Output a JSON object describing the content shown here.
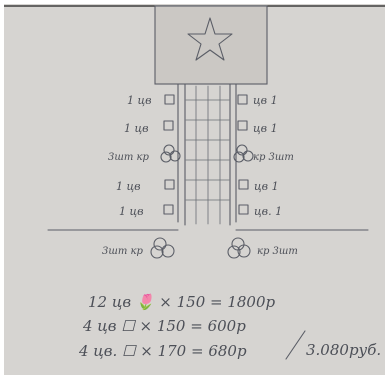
{
  "photo": {
    "description_type": "photo of a hand-drawn sketch on paper",
    "paper_color": "#d6d4d1",
    "ink_color": "#5a5d66",
    "star_panel_color": "#cbc8c4"
  },
  "sketch": {
    "left_labels": [
      "1 цв",
      "1 цв",
      "3шт кр",
      "1 цв",
      "1 цв"
    ],
    "right_labels": [
      "цв 1",
      "цв 1",
      "кр 3шт",
      "цв 1",
      "цв. 1"
    ],
    "lower_left_label": "3шт кр",
    "lower_right_label": "кр 3шт"
  },
  "calculation": {
    "line1": "12 цв 🌷 × 150 = 1800р",
    "line2": "4 цв ☐ × 150 = 600р",
    "line3_left": "4 цв. ☐ × 170 = 680р",
    "total": "3.080руб."
  }
}
